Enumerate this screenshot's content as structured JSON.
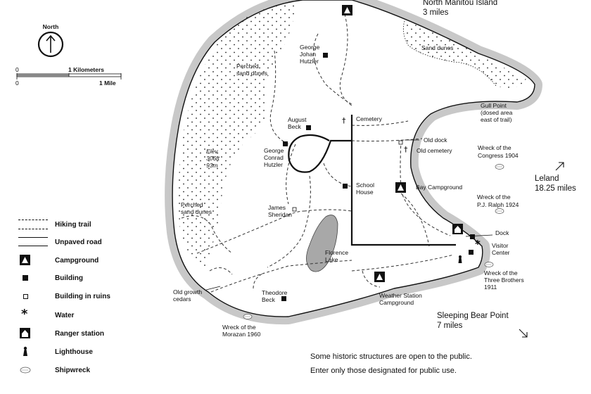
{
  "north": {
    "label": "North"
  },
  "scale": {
    "km_zero": "0",
    "km_label": "1 Kilometers",
    "mi_zero": "0",
    "mi_label": "1 Mile"
  },
  "distances": {
    "north_manitou": [
      "North Manitou Island",
      "3 miles"
    ],
    "leland": [
      "Leland",
      "18.25 miles"
    ],
    "sleeping_bear": [
      "Sleeping Bear Point",
      "7 miles"
    ]
  },
  "labels": {
    "george_johan": [
      "George",
      "Johan",
      "Hutzler"
    ],
    "perched_north": [
      "Perched",
      "sand dunes"
    ],
    "perched_south": [
      "Perched",
      "sand dunes"
    ],
    "sand_dunes": "Sand dunes",
    "gull_point": [
      "Gull Point",
      "(dosed area",
      "east of trail)"
    ],
    "cemetery": "Cemetery",
    "august_beck": [
      "August",
      "Beck"
    ],
    "old_dock": "Old dock",
    "old_cemetery": "Old cemetery",
    "george_conrad": [
      "George",
      "Conrad",
      "Hutzler"
    ],
    "elev": [
      "Elev.",
      "306ft",
      "93m"
    ],
    "wreck_congress": [
      "Wreck of the",
      "Congress 1904"
    ],
    "school_house": [
      "School",
      "House"
    ],
    "bay_campground": "Bay Campground",
    "wreck_ralph": [
      "Wreck of the",
      "P.J. Ralph 1924"
    ],
    "james_sheridan": [
      "James",
      "Sheridan"
    ],
    "dock": "Dock",
    "visitor_center": [
      "Visitor",
      "Center"
    ],
    "florence_lake": [
      "Florence",
      "Lake"
    ],
    "wreck_three_brothers": [
      "Wreck of the",
      "Three Brothers",
      "1911"
    ],
    "old_growth": [
      "Old growth",
      "cedars"
    ],
    "theodore_beck": [
      "Theodore",
      "Beck"
    ],
    "weather_station": [
      "Weather Station",
      "Campground"
    ],
    "wreck_morazan": [
      "Wreck of the",
      "Morazan 1960"
    ]
  },
  "legend": [
    {
      "key": "hiking-trail",
      "label": "Hiking trail"
    },
    {
      "key": "unpaved-road",
      "label": "Unpaved road"
    },
    {
      "key": "campground",
      "label": "Campground"
    },
    {
      "key": "building",
      "label": "Building"
    },
    {
      "key": "building-ruins",
      "label": "Building in ruins"
    },
    {
      "key": "water",
      "label": "Water"
    },
    {
      "key": "ranger-station",
      "label": "Ranger station"
    },
    {
      "key": "lighthouse",
      "label": "Lighthouse"
    },
    {
      "key": "shipwreck",
      "label": "Shipwreck"
    }
  ],
  "note": [
    "Some historic structures are open to the public.",
    "Enter only those designated for public use."
  ],
  "colors": {
    "shore": "#c8c8c8",
    "lake": "#a8a8a8",
    "ink": "#111111"
  }
}
